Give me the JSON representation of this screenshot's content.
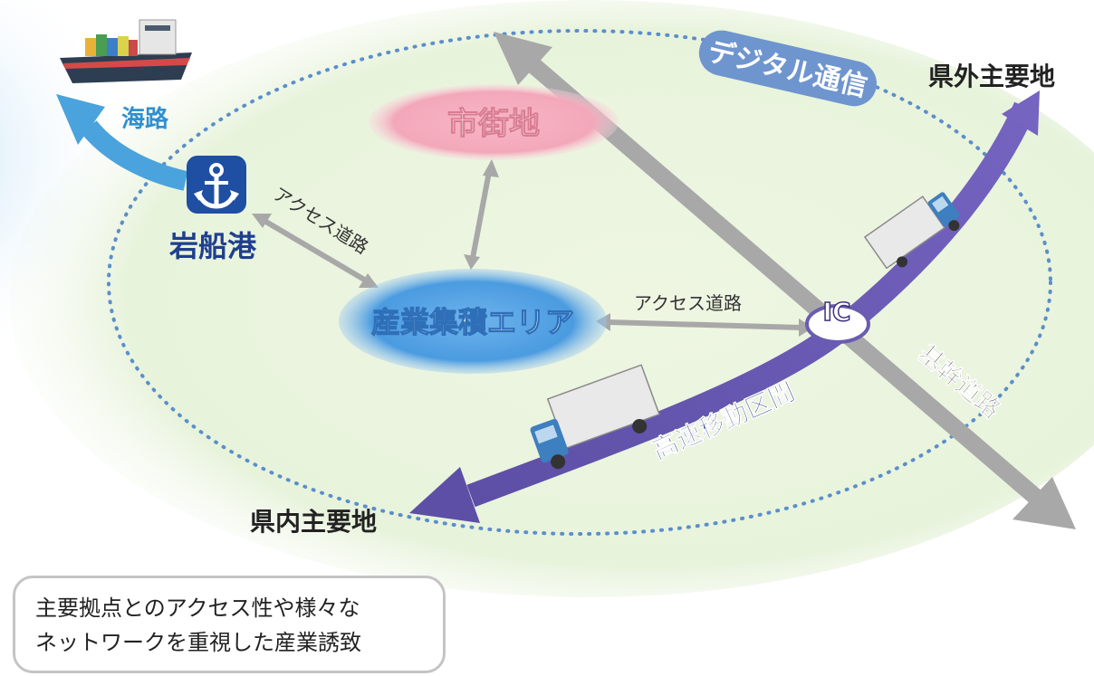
{
  "labels": {
    "sea_route": "海路",
    "port": "岩船港",
    "city": "市街地",
    "digital": "デジタル通信",
    "outer_destination": "県外主要地",
    "inner_destination": "県内主要地",
    "access_road_port": "アクセス道路",
    "access_road_ic": "アクセス道路",
    "industrial_area": "産業集積エリア",
    "interchange": "IC",
    "trunk_road": "基幹道路",
    "highway": "高速移動区間"
  },
  "caption": {
    "line1": "主要拠点とのアクセス性や様々な",
    "line2": "ネットワークを重視した産業誘致"
  },
  "colors": {
    "highway": "#6a5cb0",
    "trunk_road": "#a9a9a9",
    "sea": "#4aa3dc",
    "port_icon": "#1f4fa3",
    "industrial": "#4a9be0",
    "city": "#f2a3b5",
    "digital_badge": "#6f95cf",
    "dotted_ring": "#5b8ecb"
  }
}
